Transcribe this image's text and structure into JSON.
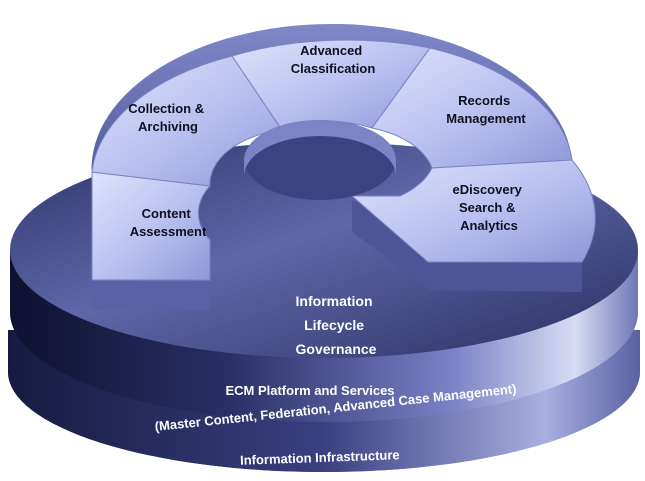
{
  "segments": [
    {
      "label_lines": [
        "Advanced",
        "Classification"
      ]
    },
    {
      "label_lines": [
        "Records",
        "Management"
      ]
    },
    {
      "label_lines": [
        "eDiscovery",
        "Search &",
        "Analytics"
      ]
    },
    {
      "label_lines": [
        "Collection &",
        "Archiving"
      ]
    },
    {
      "label_lines": [
        "Content",
        "Assessment"
      ]
    }
  ],
  "center": {
    "lines": [
      "Information",
      "Lifecycle",
      "Governance"
    ]
  },
  "platform": {
    "line1": "ECM Platform and Services",
    "line2": "(Master Content, Federation, Advanced Case Management)"
  },
  "infrastructure": {
    "label": "Information Infrastructure"
  },
  "colors": {
    "segment_top": "#bcc3f0",
    "segment_side": "#6c74b8",
    "disc_top": "#3e4580",
    "disc_side": "#1f234d",
    "text_dark": "#101020",
    "text_light": "#ffffff"
  }
}
